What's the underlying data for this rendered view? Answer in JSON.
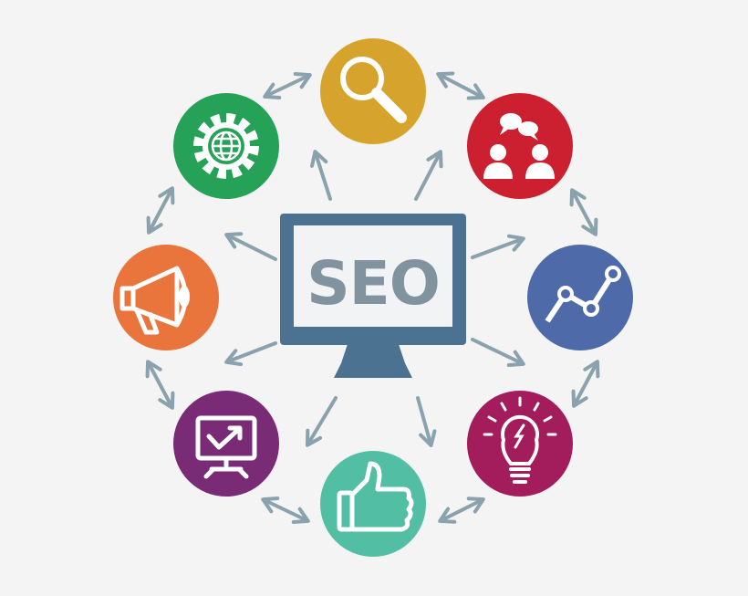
{
  "center": {
    "label": "SEO"
  },
  "colors": {
    "background": "#f4f4f4",
    "arrow": "#8aa2ad",
    "monitor_frame": "#4b7290",
    "monitor_screen": "#f1f3f4",
    "monitor_text": "#80939f",
    "icon_stroke": "#ffffff"
  },
  "nodes": [
    {
      "id": "search",
      "icon": "magnifying-glass-icon",
      "color": "#d6a42c"
    },
    {
      "id": "community",
      "icon": "people-chat-icon",
      "color": "#cc2030"
    },
    {
      "id": "analytics",
      "icon": "line-graph-icon",
      "color": "#4e6aa8"
    },
    {
      "id": "ideas",
      "icon": "light-bulb-icon",
      "color": "#a31c5c"
    },
    {
      "id": "likes",
      "icon": "thumbs-up-icon",
      "color": "#52bea3"
    },
    {
      "id": "presentation",
      "icon": "presentation-board-icon",
      "color": "#7a2b75"
    },
    {
      "id": "marketing",
      "icon": "megaphone-icon",
      "color": "#e9743c"
    },
    {
      "id": "global",
      "icon": "globe-gear-icon",
      "color": "#25a158"
    }
  ]
}
